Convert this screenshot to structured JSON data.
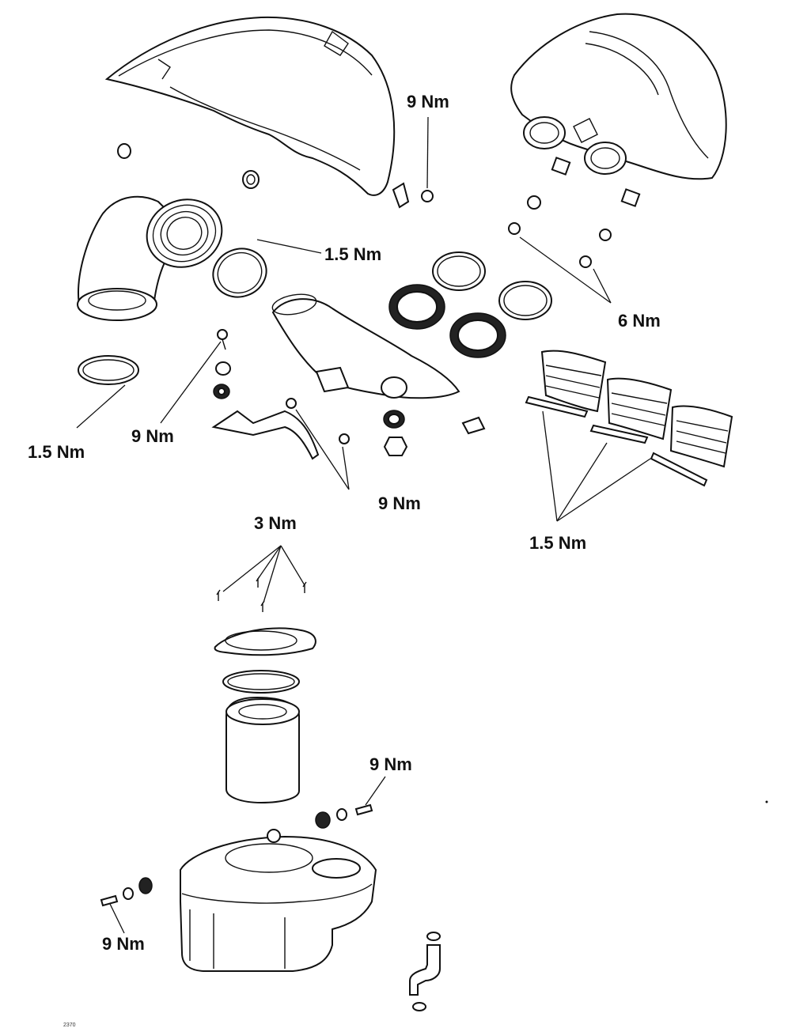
{
  "diagram": {
    "torque_labels": [
      {
        "id": "t1",
        "text": "9 Nm"
      },
      {
        "id": "t2",
        "text": "1.5 Nm"
      },
      {
        "id": "t3",
        "text": "6 Nm"
      },
      {
        "id": "t4",
        "text": "1.5 Nm"
      },
      {
        "id": "t5",
        "text": "9 Nm"
      },
      {
        "id": "t6",
        "text": "9 Nm"
      },
      {
        "id": "t7",
        "text": "1.5 Nm"
      },
      {
        "id": "t8",
        "text": "3 Nm"
      },
      {
        "id": "t9",
        "text": "9 Nm"
      },
      {
        "id": "t10",
        "text": "9 Nm"
      }
    ],
    "reference_code": "2370"
  }
}
